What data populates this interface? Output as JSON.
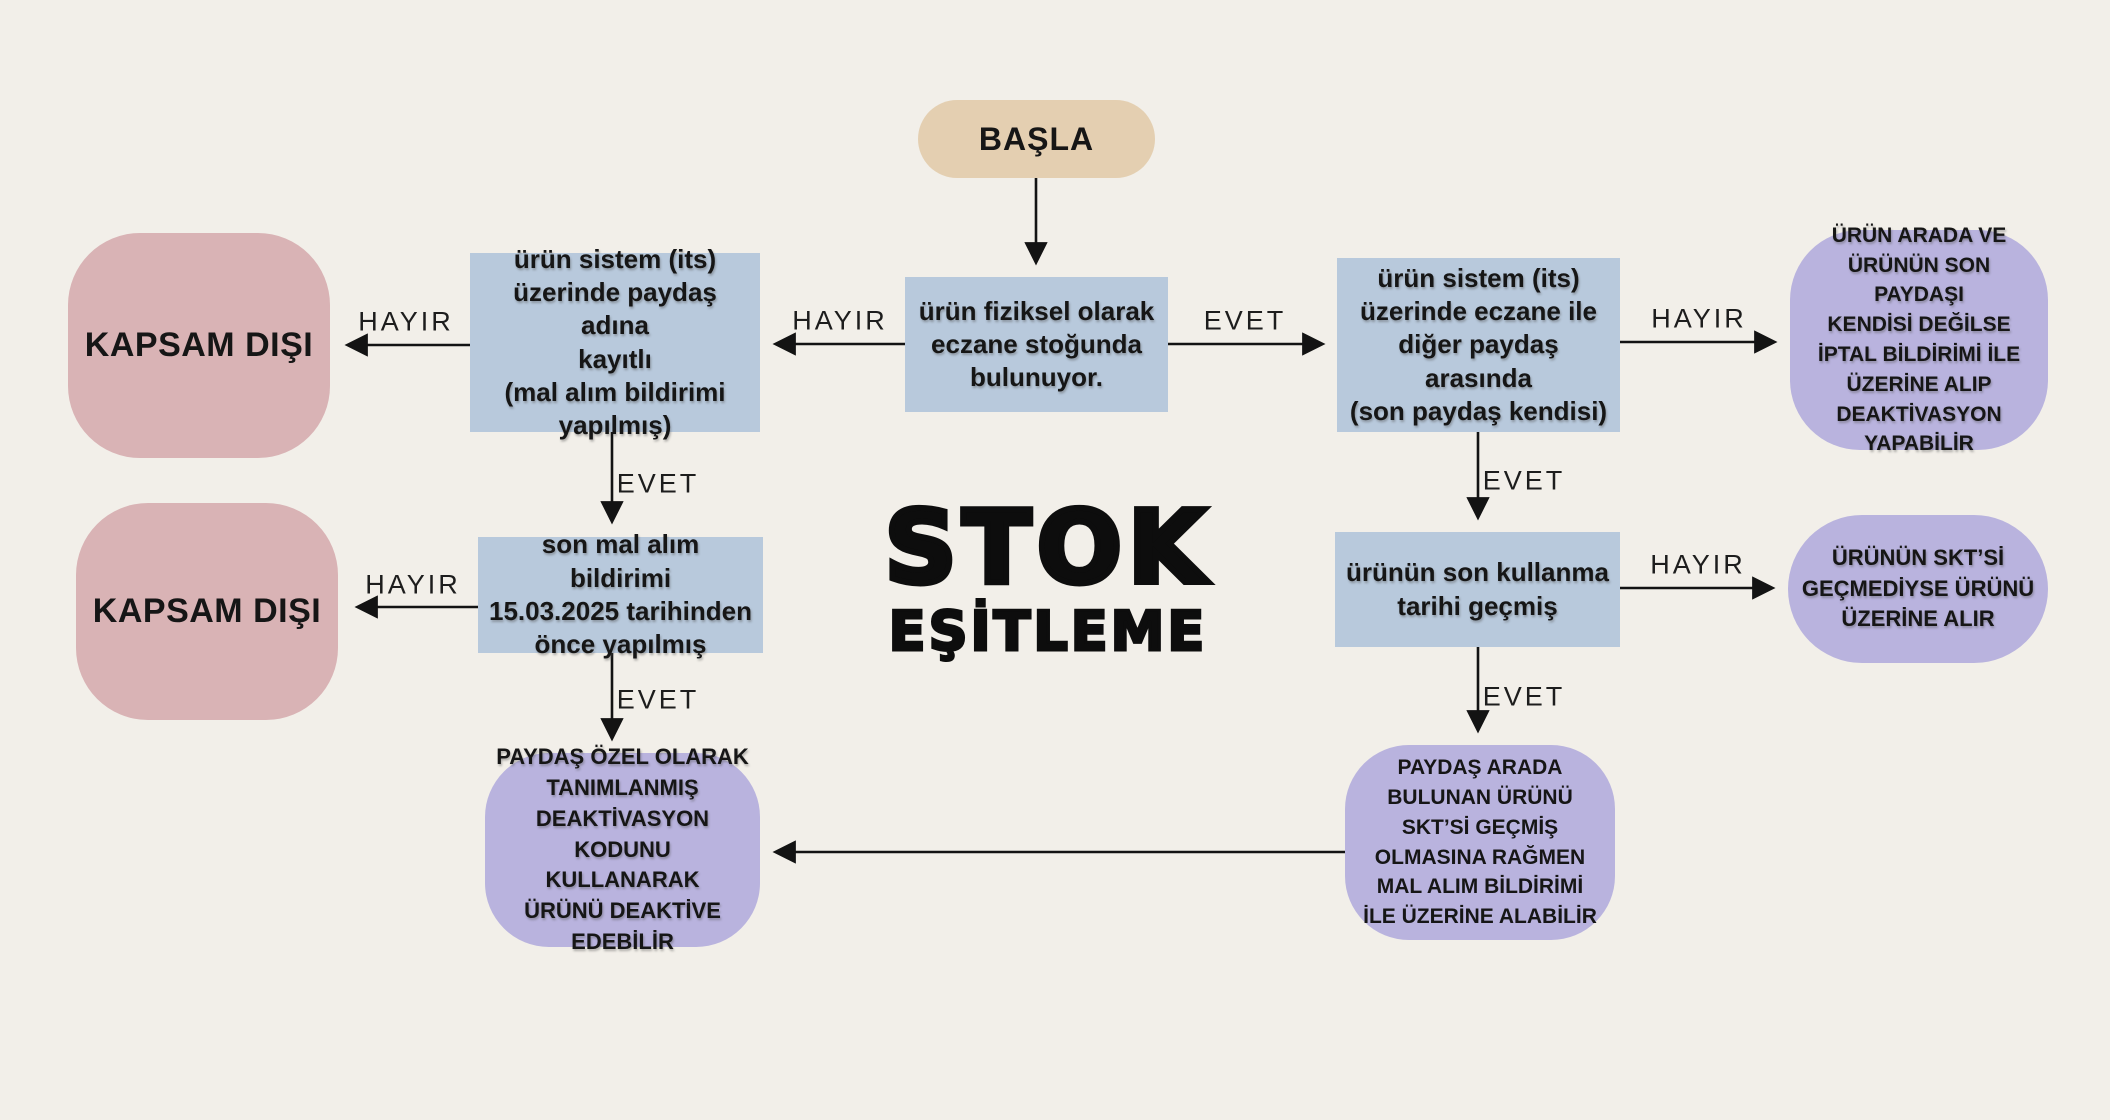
{
  "title": {
    "line1": "STOK",
    "line2": "EŞİTLEME"
  },
  "colors": {
    "bg": "#f2efe9",
    "node-blue": "#b8c9dc",
    "node-pink": "#d9b3b5",
    "node-purple": "#b9b3de",
    "node-tan": "#e4cfb1",
    "ink": "#1a1a1a"
  },
  "nodes": {
    "start": {
      "label": "BAŞLA"
    },
    "physical": {
      "label": "ürün fiziksel olarak\neczane stoğunda\nbulunuyor."
    },
    "registered": {
      "label": "ürün sistem (its)\nüzerinde paydaş adına\nkayıtlı\n(mal alım bildirimi\nyapılmış)"
    },
    "between": {
      "label": "ürün sistem (its)\nüzerinde eczane ile\ndiğer paydaş arasında\n(son paydaş kendisi)"
    },
    "out_of_scope_top": {
      "label": "KAPSAM DIŞI"
    },
    "out_of_scope_bottom": {
      "label": "KAPSAM DIŞI"
    },
    "last_purchase": {
      "label": "son mal alım bildirimi\n15.03.2025 tarihinden\nönce yapılmış"
    },
    "expired": {
      "label": "ürünün son kullanma\ntarihi geçmiş"
    },
    "cancel_deactivate": {
      "label": "ÜRÜN ARADA VE\nÜRÜNÜN SON PAYDAŞI\nKENDİSİ DEĞİLSE\nİPTAL BİLDİRİMİ İLE\nÜZERİNE ALIP\nDEAKTİVASYON\nYAPABİLİR"
    },
    "take_if_valid": {
      "label": "ÜRÜNÜN SKT’Sİ\nGEÇMEDİYSE ÜRÜNÜ\nÜZERİNE ALIR"
    },
    "deactivate_code": {
      "label": "PAYDAŞ ÖZEL OLARAK\nTANIMLANMIŞ\nDEAKTİVASYON\nKODUNU KULLANARAK\nÜRÜNÜ DEAKTİVE\nEDEBİLİR"
    },
    "take_expired": {
      "label": "PAYDAŞ ARADA\nBULUNAN ÜRÜNÜ\nSKT’Sİ GEÇMİŞ\nOLMASINA RAĞMEN\nMAL ALIM BİLDİRİMİ\nİLE ÜZERİNE ALABİLİR"
    }
  },
  "edge_labels": {
    "physical_no": "HAYIR",
    "physical_yes": "EVET",
    "registered_no": "HAYIR",
    "registered_yes": "EVET",
    "last_purchase_no": "HAYIR",
    "last_purchase_yes": "EVET",
    "between_no": "HAYIR",
    "between_yes": "EVET",
    "expired_no": "HAYIR",
    "expired_yes": "EVET"
  }
}
